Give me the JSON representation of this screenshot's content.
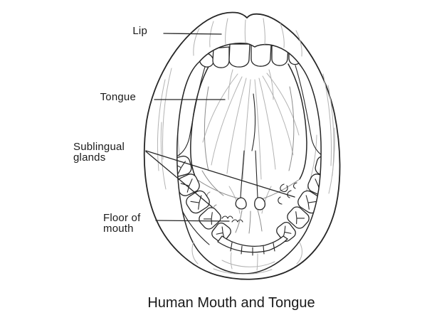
{
  "figure": {
    "caption": "Human Mouth and Tongue",
    "labels": {
      "lip": "Lip",
      "tongue": "Tongue",
      "sublingual_line1": "Sublingual",
      "sublingual_line2": "glands",
      "floor_line1": "Floor of",
      "floor_line2": "mouth"
    },
    "colors": {
      "background": "#ffffff",
      "line": "#262626",
      "texture_light": "#b3b3b3",
      "texture_mid": "#8c8c8c",
      "text": "#1a1a1a"
    }
  }
}
